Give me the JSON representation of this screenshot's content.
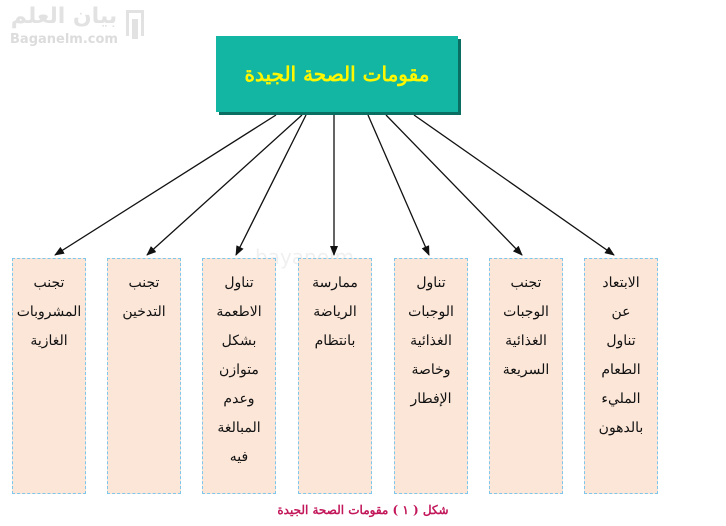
{
  "watermark": {
    "arabic": "بيان العلم",
    "latin": "Baganelm.com",
    "center": "bayanelm"
  },
  "title": "مقومات الصحة الجيدة",
  "boxes": [
    {
      "lines": [
        "تجنب",
        "المشروبات",
        "الغازية"
      ]
    },
    {
      "lines": [
        "تجنب",
        "التدخين"
      ]
    },
    {
      "lines": [
        "تناول",
        "الاطعمة",
        "بشكل",
        "متوازن",
        "وعدم",
        "المبالغة",
        "فيه"
      ]
    },
    {
      "lines": [
        "ممارسة",
        "الرياضة",
        "بانتظام"
      ]
    },
    {
      "lines": [
        "تناول",
        "الوجبات",
        "الغذائية",
        "وخاصة",
        "الإفطار"
      ]
    },
    {
      "lines": [
        "تجنب",
        "الوجبات",
        "الغذائية",
        "السريعة"
      ]
    },
    {
      "lines": [
        "الابتعاد",
        "عن",
        "تناول",
        "الطعام",
        "المليء",
        "بالدهون"
      ]
    }
  ],
  "caption": "شكل ( ١ ) مقومات الصحة الجيدة",
  "colors": {
    "title_bg": "#12b6a2",
    "title_text": "#fff700",
    "box_bg": "#fce6d8",
    "box_border": "#7fc6ec",
    "caption": "#c2185b"
  }
}
